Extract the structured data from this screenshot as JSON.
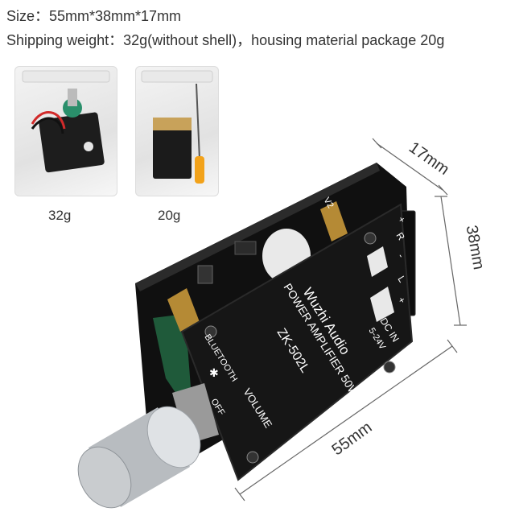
{
  "specs": {
    "size": "Size：55mm*38mm*17mm",
    "shipping_weight": "Shipping weight：32g(without shell)，housing material package 20g"
  },
  "packages": [
    {
      "label": "32g"
    },
    {
      "label": "20g"
    }
  ],
  "dimensions": {
    "depth": "17mm",
    "height": "38mm",
    "width": "55mm"
  },
  "board_text": {
    "brand": "Wuzhi Audio",
    "product": "POWER AMPLIFIER 50Wx2",
    "model": "ZK-502L",
    "bluetooth": "BLUETOOTH",
    "volume": "VOLUME",
    "off": "OFF",
    "dc_in": "DC IN",
    "voltage": "5-24V",
    "right_channel": "R",
    "left_channel": "L",
    "plus": "+",
    "minus": "-",
    "minus_right": "+",
    "v2": "V2"
  },
  "colors": {
    "board": "#151515",
    "knob": "#c9cccf"
  }
}
